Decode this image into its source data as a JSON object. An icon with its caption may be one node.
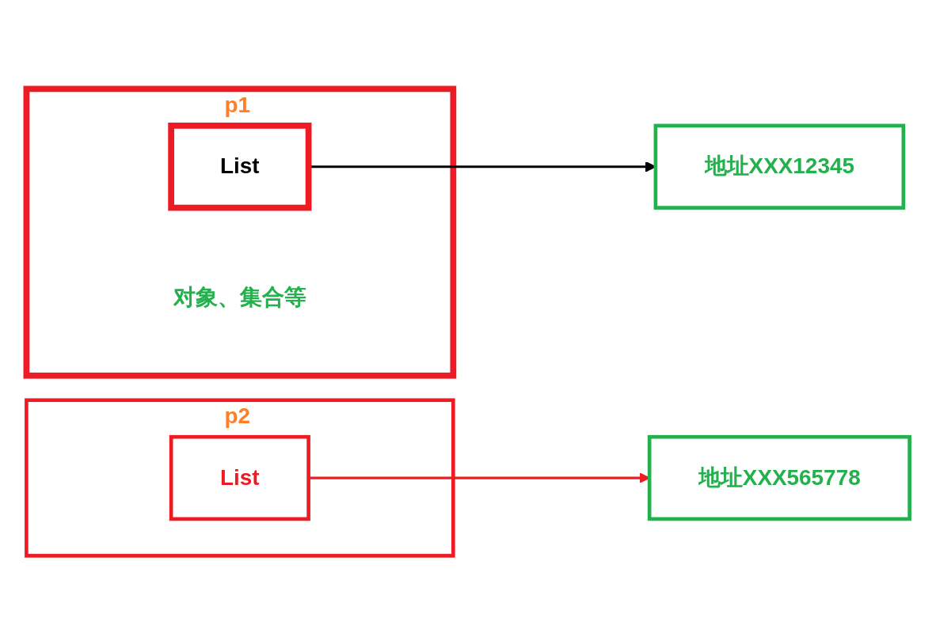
{
  "diagram": {
    "nodes": [
      {
        "text": [
          "p1"
        ]
      },
      {
        "text": [
          "List"
        ],
        "in": 0,
        "beside": [
          "对象、集合等"
        ]
      },
      {
        "text": [
          "地址XXX12345"
        ]
      },
      {
        "text": [
          "p2"
        ]
      },
      {
        "text": [
          "List"
        ],
        "in": 3
      },
      {
        "text": [
          "地址XXX565778"
        ]
      }
    ],
    "edges": [
      {
        "from": 1,
        "to": 2,
        "arrow": "to"
      },
      {
        "from": 4,
        "to": 5,
        "arrow": "to",
        "color": "#ed1c24"
      }
    ]
  }
}
